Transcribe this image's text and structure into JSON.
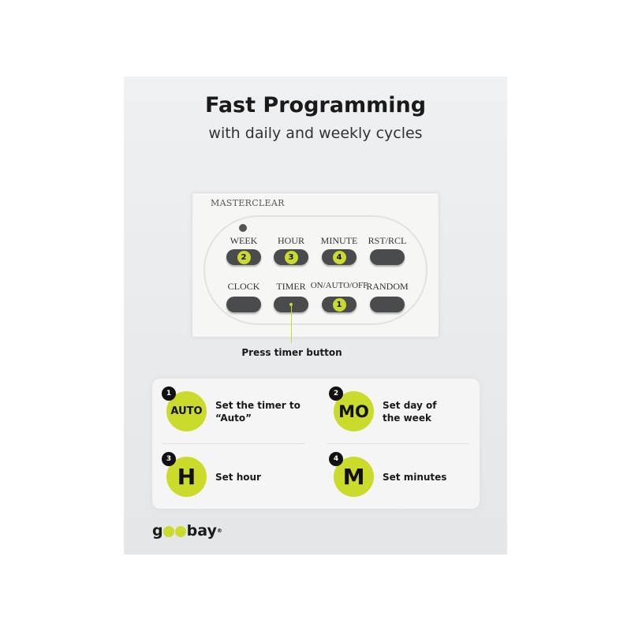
{
  "header": {
    "title": "Fast Programming",
    "subtitle": "with daily and weekly cycles"
  },
  "device": {
    "masterclear": "MASTERCLEAR",
    "buttons": [
      {
        "label": "WEEK",
        "number": "2"
      },
      {
        "label": "HOUR",
        "number": "3"
      },
      {
        "label": "MINUTE",
        "number": "4"
      },
      {
        "label": "RST/RCL",
        "number": null
      },
      {
        "label": "CLOCK",
        "number": null
      },
      {
        "label": "TIMER",
        "number": null
      },
      {
        "label": "ON/AUTO/OFF",
        "number": "1"
      },
      {
        "label": "RANDOM",
        "number": null
      }
    ]
  },
  "callout": "Press timer button",
  "steps": [
    {
      "number": "1",
      "symbol": "AUTO",
      "text1": "Set the timer to",
      "text2": "“Auto”"
    },
    {
      "number": "2",
      "symbol": "MO",
      "text1": "Set day of",
      "text2": "the week"
    },
    {
      "number": "3",
      "symbol": "H",
      "text1": "Set hour",
      "text2": ""
    },
    {
      "number": "4",
      "symbol": "M",
      "text1": "Set minutes",
      "text2": ""
    }
  ],
  "brand": {
    "name": "goobay",
    "prefix": "g",
    "suffix": "bay",
    "mark": "®"
  },
  "colors": {
    "accent": "#cadb2c"
  }
}
